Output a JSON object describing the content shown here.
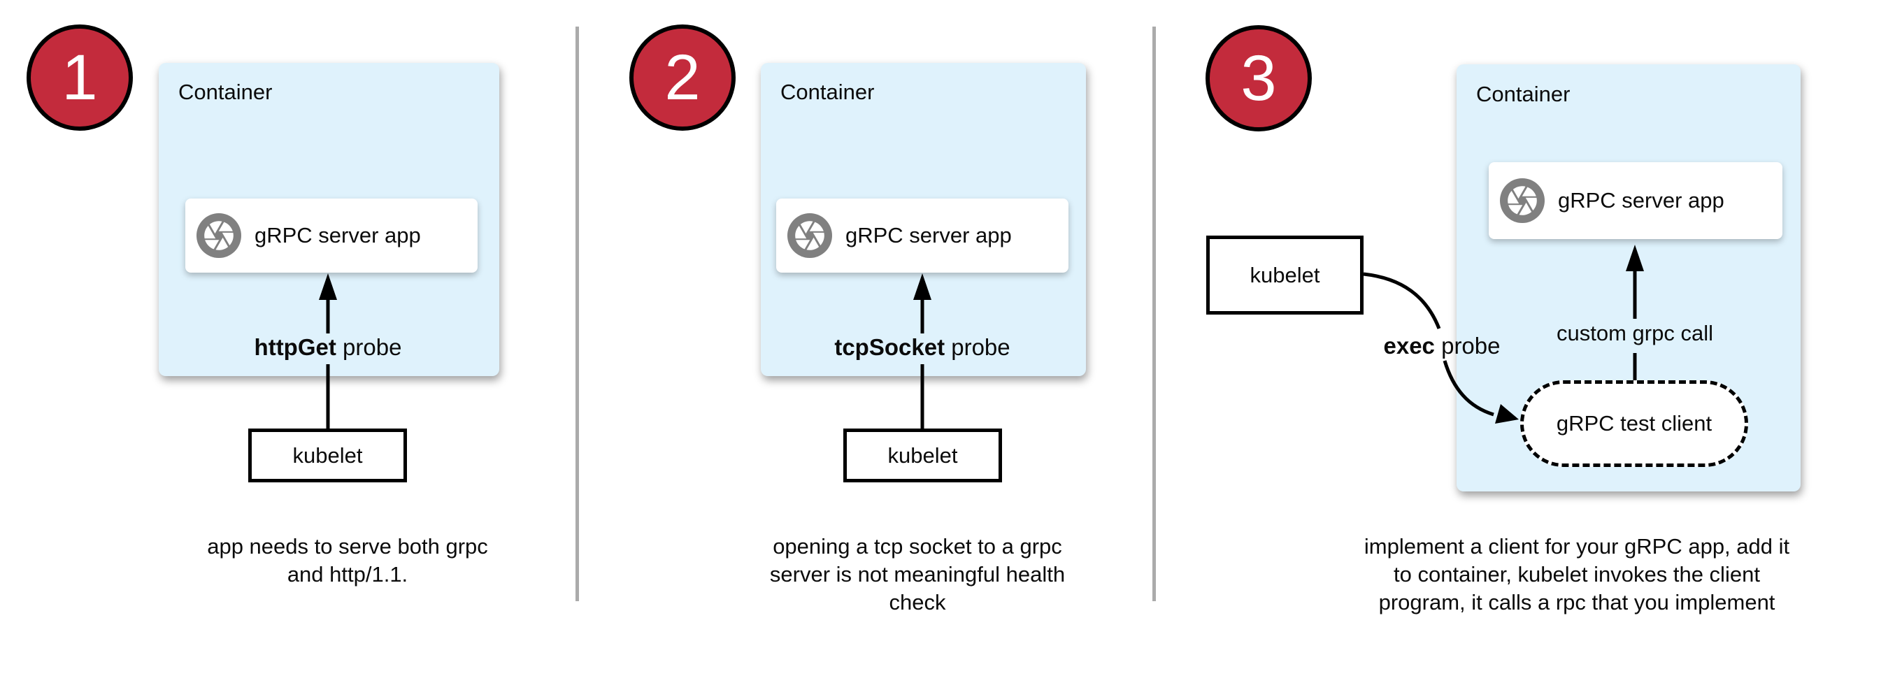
{
  "diagram": {
    "background": "#ffffff",
    "badge_color": "#c32b3c",
    "container_fill": "#dff2fc",
    "icon_color": "#808080",
    "divider_color": "#ababab",
    "arrow_color": "#000000"
  },
  "panels": [
    {
      "number": "1",
      "container_label": "Container",
      "app_label": "gRPC server app",
      "probe_bold": "httpGet",
      "probe_rest": " probe",
      "kubelet_label": "kubelet",
      "caption_lines": [
        "app needs to serve both grpc",
        "and http/1.1."
      ]
    },
    {
      "number": "2",
      "container_label": "Container",
      "app_label": "gRPC server app",
      "probe_bold": "tcpSocket",
      "probe_rest": " probe",
      "kubelet_label": "kubelet",
      "caption_lines": [
        "opening a tcp socket to a grpc",
        "server is not meaningful health",
        "check"
      ]
    },
    {
      "number": "3",
      "container_label": "Container",
      "app_label": "gRPC server app",
      "probe_bold": "exec",
      "probe_rest": " probe",
      "kubelet_label": "kubelet",
      "client_label": "gRPC test client",
      "call_label": "custom grpc call",
      "caption_lines": [
        "implement a client for your gRPC app, add it",
        "to container, kubelet invokes the client",
        "program, it calls a rpc that you implement"
      ]
    }
  ]
}
